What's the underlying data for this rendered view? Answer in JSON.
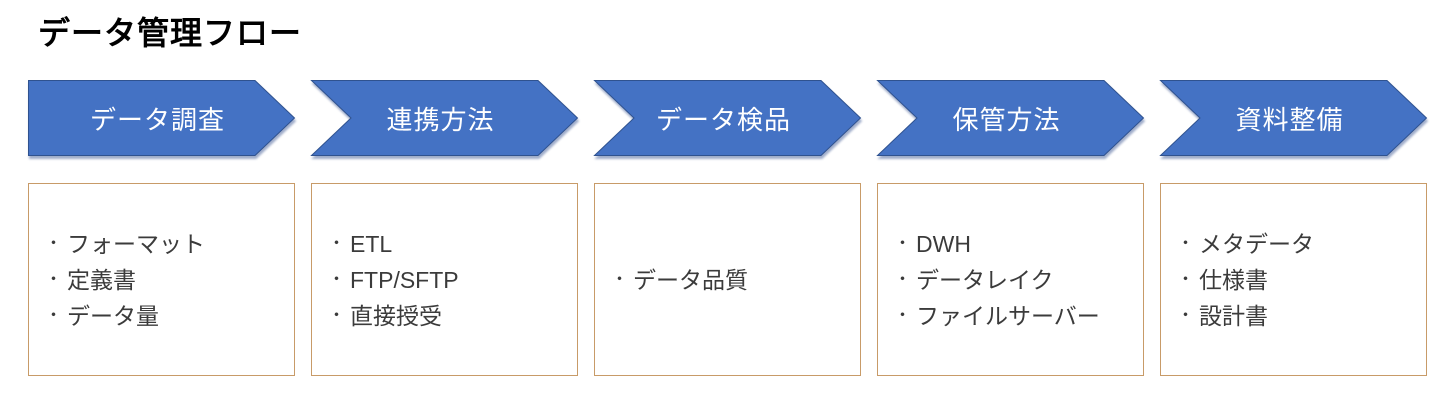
{
  "page": {
    "title": "データ管理フロー"
  },
  "flow": {
    "bullet_glyph": "・",
    "colors": {
      "arrow_fill": "#4472C4",
      "arrow_stroke": "#2F528F",
      "arrow_text": "#FFFFFF",
      "box_border": "#C89B68",
      "body_text": "#3B3B3B",
      "title_text": "#000000",
      "background": "#FFFFFF"
    },
    "steps": [
      {
        "label": "データ調査",
        "items": [
          "フォーマット",
          "定義書",
          "データ量"
        ]
      },
      {
        "label": "連携方法",
        "items": [
          "ETL",
          "FTP/SFTP",
          "直接授受"
        ]
      },
      {
        "label": "データ検品",
        "items": [
          "データ品質"
        ]
      },
      {
        "label": "保管方法",
        "items": [
          "DWH",
          "データレイク",
          "ファイルサーバー"
        ]
      },
      {
        "label": "資料整備",
        "items": [
          "メタデータ",
          "仕様書",
          "設計書"
        ]
      }
    ]
  }
}
